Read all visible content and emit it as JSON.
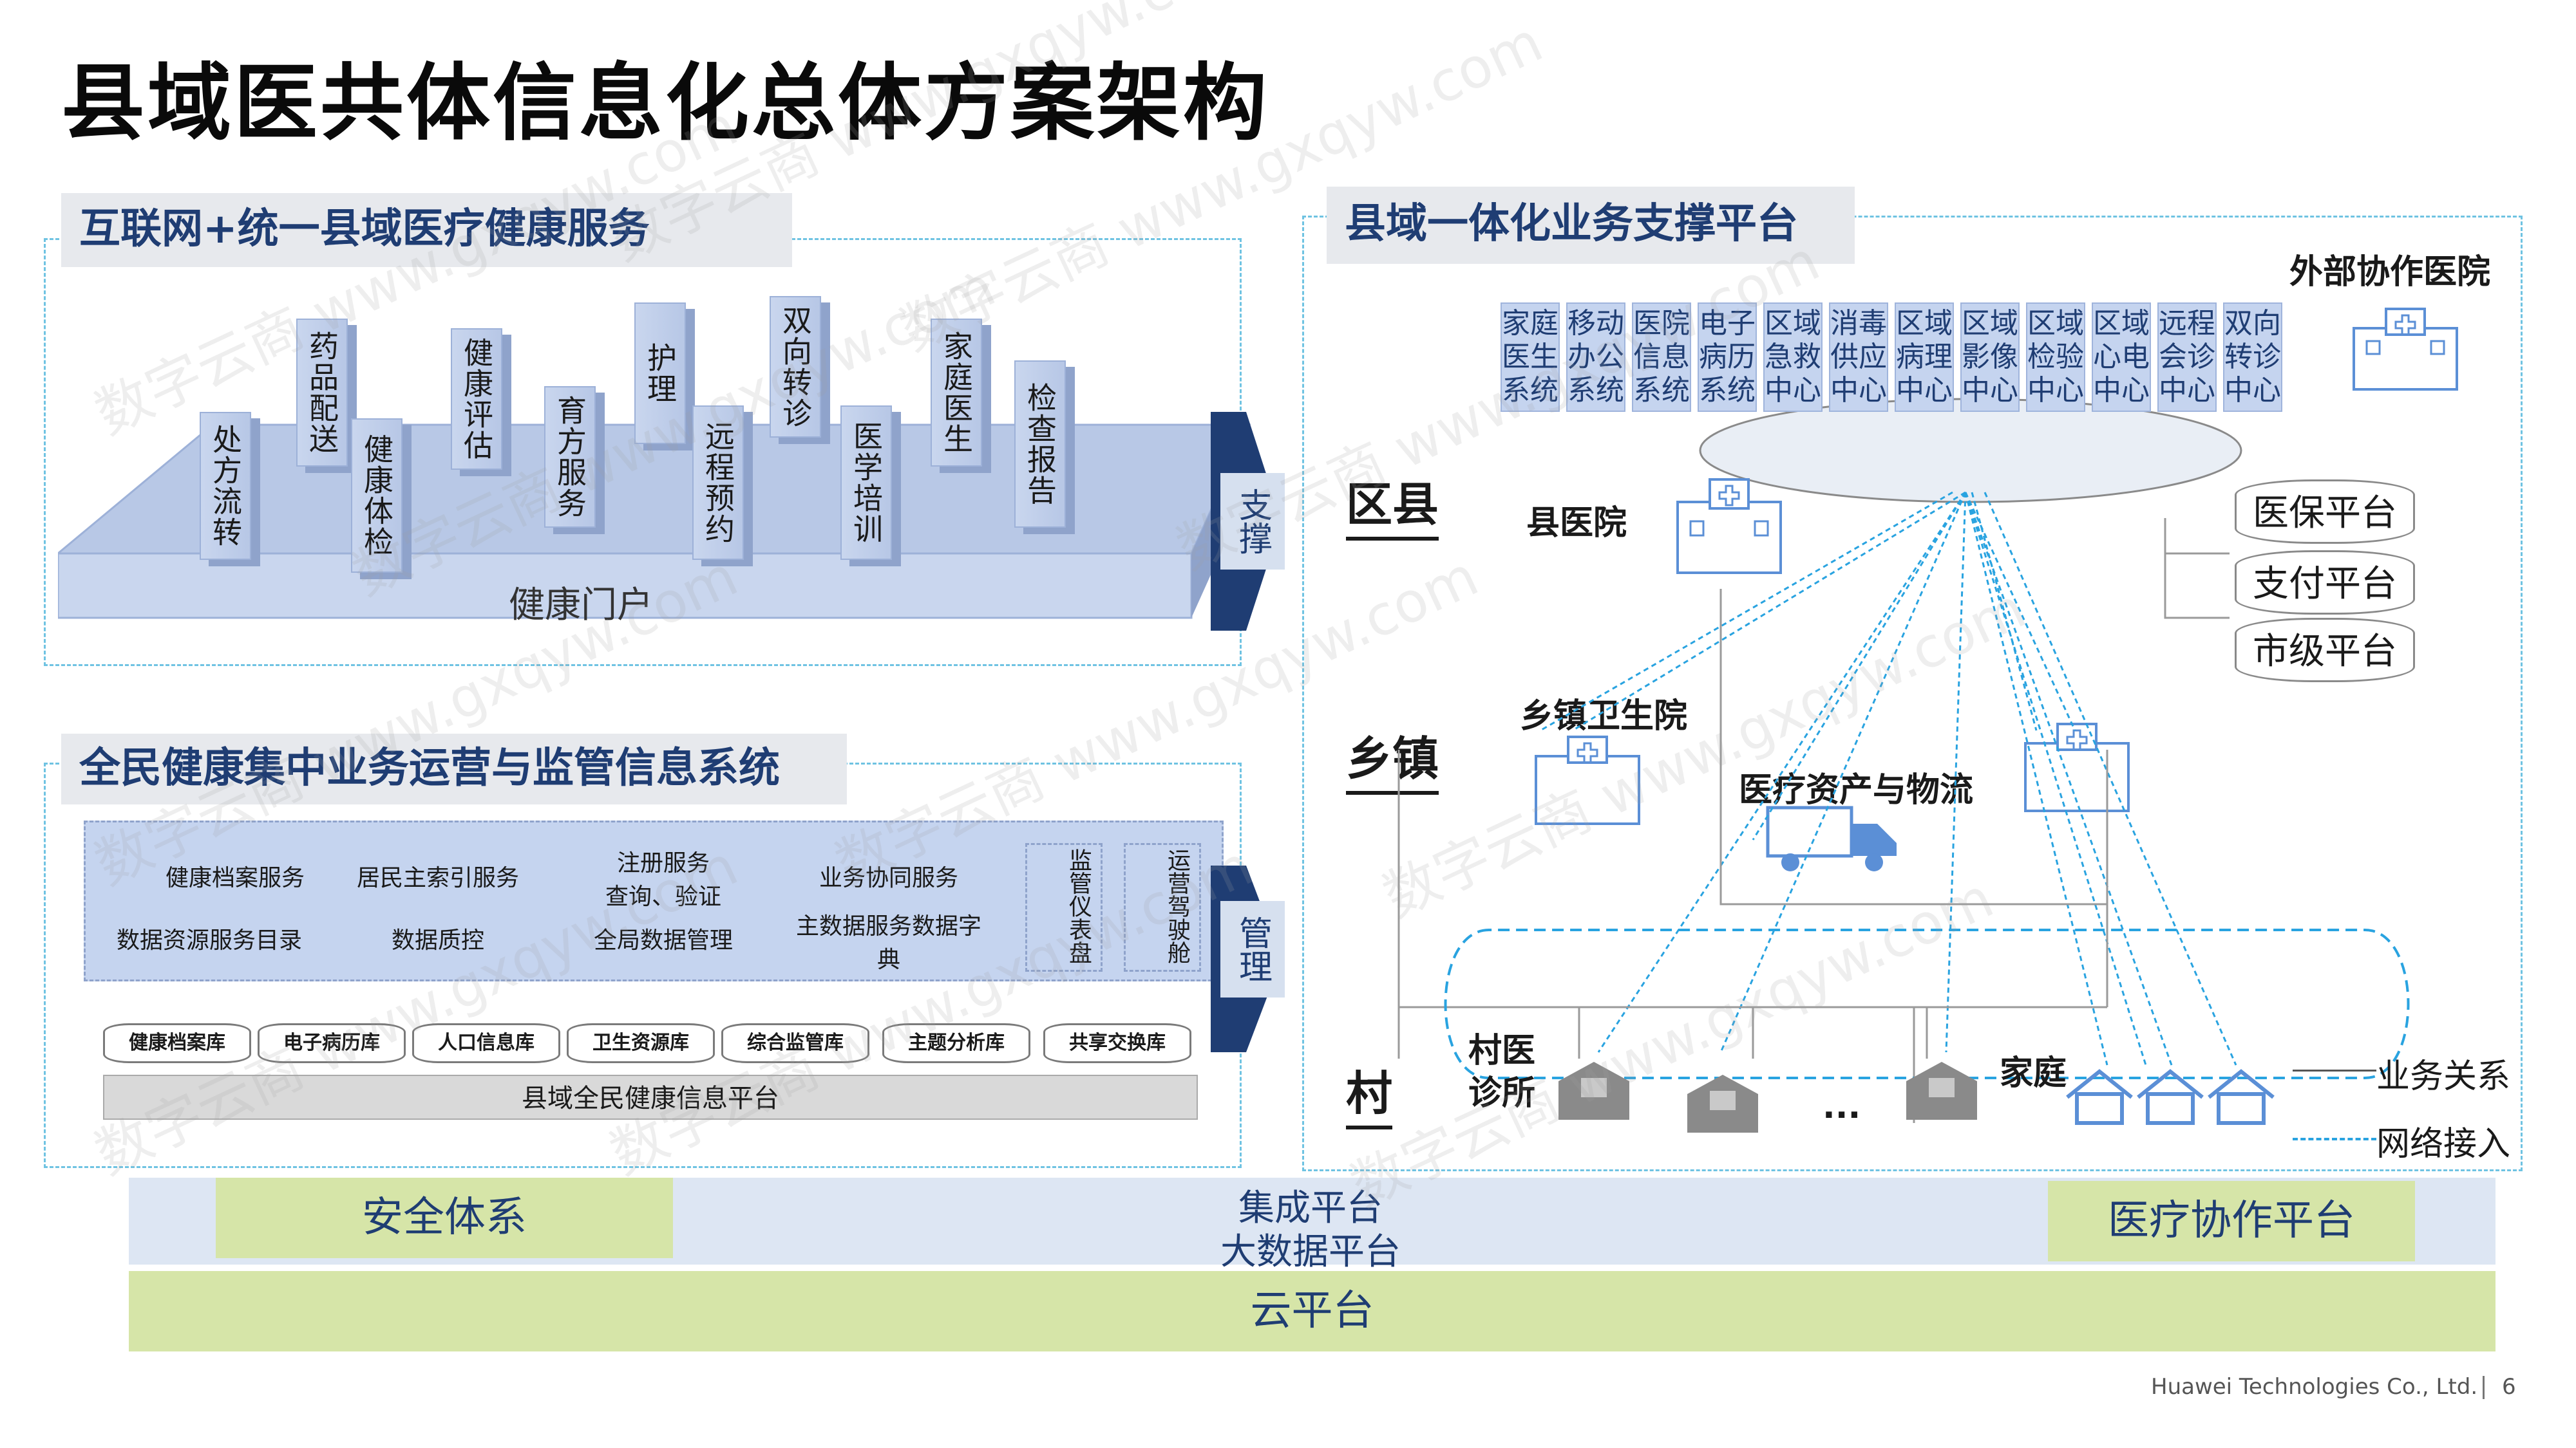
{
  "title": "县域医共体信息化总体方案架构",
  "left_top": {
    "header": "互联网+统一县域医疗健康服务",
    "portal_label": "健康门户",
    "pillars": [
      "处方流转",
      "药品配送",
      "健康体检",
      "健康评估",
      "育方服务",
      "护理",
      "远程预约",
      "双向转诊",
      "医学培训",
      "家庭医生",
      "检查报告"
    ],
    "support_label": "支撑"
  },
  "left_bottom": {
    "header": "全民健康集中业务运营与监管信息系统",
    "services_row1": [
      "健康档案服务",
      "居民主索引服务",
      "注册服务\n查询、验证",
      "业务协同服务"
    ],
    "services_row2": [
      "数据资源服务目录",
      "数据质控",
      "全局数据管理",
      "主数据服务数据字典"
    ],
    "dashboards": [
      "监管仪表盘",
      "运营驾驶舱"
    ],
    "databases": [
      "健康档案库",
      "电子病历库",
      "人口信息库",
      "卫生资源库",
      "综合监管库",
      "主题分析库",
      "共享交换库"
    ],
    "platform": "县域全民健康信息平台",
    "manage_label": "管理"
  },
  "right": {
    "header": "县域一体化业务支撑平台",
    "systems": [
      "家庭医生系统",
      "移动办公系统",
      "医院信息系统",
      "电子病历系统",
      "区域急救中心",
      "消毒供应中心",
      "区域病理中心",
      "区域影像中心",
      "区域检验中心",
      "区域心电中心",
      "远程会诊中心",
      "双向转诊中心"
    ],
    "external_hospital": "外部协作医院",
    "levels": [
      "区县",
      "乡镇",
      "村"
    ],
    "county_hospital": "县医院",
    "township_hospital": "乡镇卫生院",
    "logistics": "医疗资产与物流",
    "platforms": [
      "医保平台",
      "支付平台",
      "市级平台"
    ],
    "village_clinic": "村医\n诊所",
    "home": "家庭",
    "ellipsis": "...",
    "legend_business": "业务关系",
    "legend_network": "网络接入"
  },
  "bottom": {
    "security": "安全体系",
    "integration": "集成平台",
    "bigdata": "大数据平台",
    "medical_collab": "医疗协作平台",
    "cloud": "云平台"
  },
  "footer": {
    "company": "Huawei Technologies Co., Ltd.",
    "page": "6"
  },
  "watermark": "数字云商 www.gxqyw.com",
  "colors": {
    "accent": "#1f3d73",
    "cloud": "#e9eef5",
    "green": "#d6e5a8",
    "blue_band": "#dde6f3",
    "dashed": "#6fc3e2"
  }
}
